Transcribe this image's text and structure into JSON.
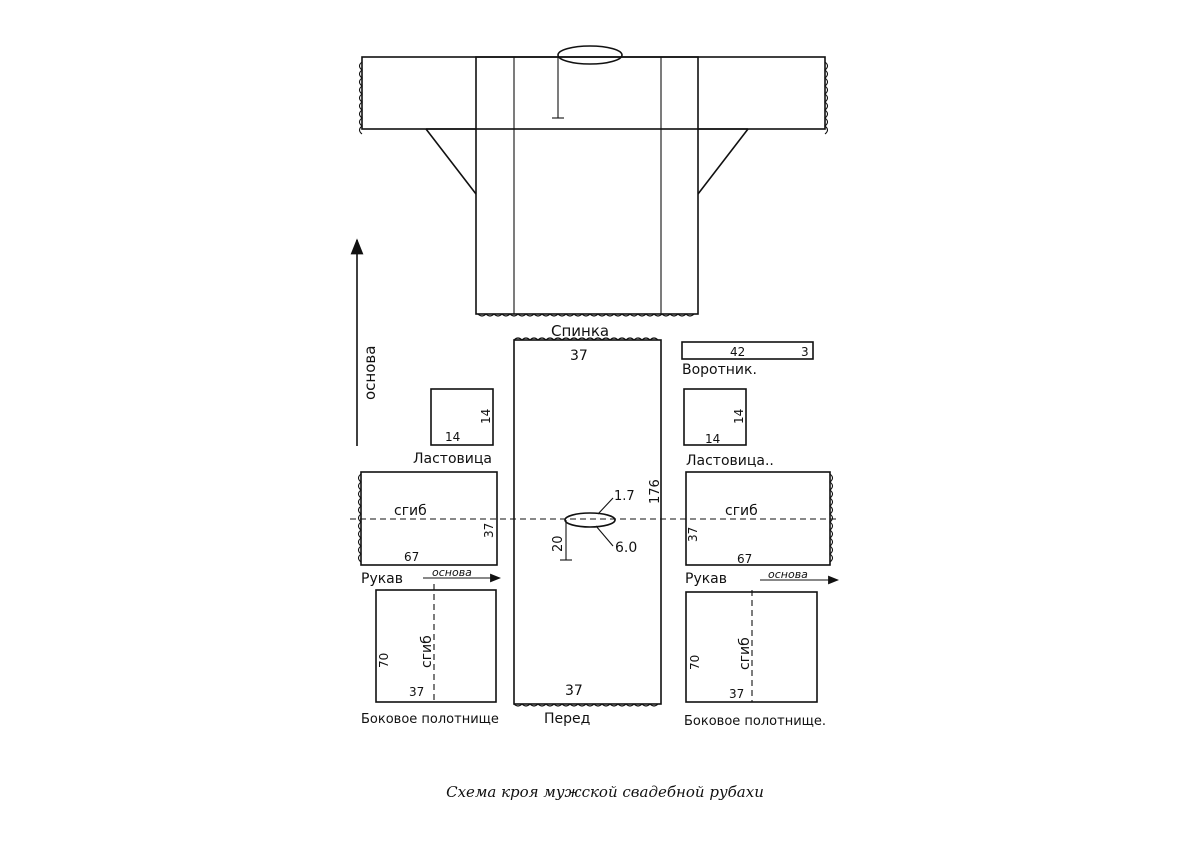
{
  "caption": "Схема кроя мужской свадебной рубахи",
  "grain_label": "основа",
  "pieces": {
    "back": {
      "label": "Спинка",
      "width": "37"
    },
    "front": {
      "label": "Перед",
      "width": "37"
    },
    "main_length": "176",
    "neck": {
      "depth": "1.7",
      "width": "6.0",
      "slit": "20"
    },
    "fold_label": "сгиб",
    "collar": {
      "label": "Воротник.",
      "length": "42",
      "height": "3"
    },
    "gusset_left": {
      "label": "Ластовица",
      "w": "14",
      "h": "14"
    },
    "gusset_right": {
      "label": "Ластовица..",
      "w": "14",
      "h": "14"
    },
    "sleeve_left": {
      "label": "Рукав",
      "length": "67",
      "width": "37",
      "grain": "основа"
    },
    "sleeve_right": {
      "label": "Рукав",
      "length": "67",
      "width": "37",
      "grain": "основа"
    },
    "side_left": {
      "label": "Боковое полотнище",
      "width": "37",
      "length": "70"
    },
    "side_right": {
      "label": "Боковое полотнище.",
      "width": "37",
      "length": "70"
    }
  }
}
